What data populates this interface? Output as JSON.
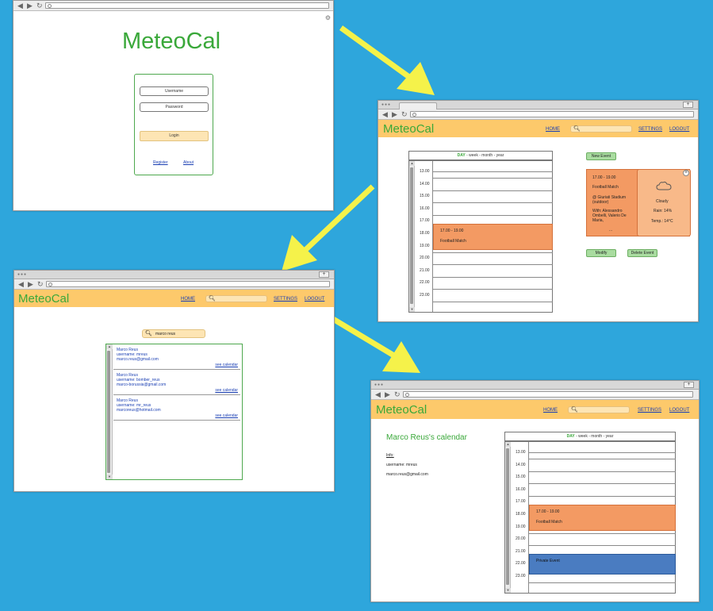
{
  "login": {
    "logo": "MeteoCal",
    "username_placeholder": "Username",
    "password_placeholder": "Password",
    "login_label": "Login",
    "register_link": "Register",
    "about_link": "About"
  },
  "event_screen": {
    "logo": "MeteoCal",
    "nav": {
      "home": "HOME",
      "settings": "SETTINGS",
      "logout": "LOGOUT"
    },
    "cal_tabs": {
      "day": "DAY",
      "sep1": " - ",
      "week": "week",
      "sep2": " - ",
      "month": "month",
      "sep3": " - ",
      "year": "year"
    },
    "hours": [
      "13.00",
      "14.00",
      "15.00",
      "16.00",
      "17.00",
      "18.00",
      "19.00",
      "20.00",
      "21.00",
      "22.00",
      "23.00"
    ],
    "event": {
      "time": "17.00  -  19.00",
      "title": "Football Match"
    },
    "new_event_label": "New Event",
    "detail": {
      "time": "17.00  -  19.00",
      "title": "Football Match",
      "location": "@ Giuriati Stadium (outdoor)",
      "with": "With: Alessandro Ombelli, Valerio De Maria,",
      "more": "..."
    },
    "weather": {
      "condition": "Cloudy",
      "rain": "Rain: 14%",
      "temp": "Temp.: 14°C"
    },
    "modify_label": "Modify",
    "delete_label": "Delete Event"
  },
  "search_screen": {
    "logo": "MeteoCal",
    "nav": {
      "home": "HOME",
      "settings": "SETTINGS",
      "logout": "LOGOUT"
    },
    "search_value": "marco reus",
    "results": [
      {
        "name": "Marco Reus",
        "username": "username: mreus",
        "email": "marco.reus@gmail.com",
        "link": "see calendar"
      },
      {
        "name": "Marco Reus",
        "username": "username: bomber_reus",
        "email": "marco-borussia@gmail.com",
        "link": "see calendar"
      },
      {
        "name": "Marco Reus",
        "username": "username: mr_reus",
        "email": "marcoreus@hotmail.com",
        "link": "see calendar"
      }
    ]
  },
  "profile_screen": {
    "logo": "MeteoCal",
    "nav": {
      "home": "HOME",
      "settings": "SETTINGS",
      "logout": "LOGOUT"
    },
    "heading": "Marco Reus's calendar",
    "info_label": "Info:",
    "username": "username: mreus",
    "email": "marco.reus@gmail.com",
    "cal_tabs": {
      "day": "DAY",
      "sep1": " - ",
      "week": "week",
      "sep2": " - ",
      "month": "month",
      "sep3": " - ",
      "year": "year"
    },
    "hours": [
      "13.00",
      "14.00",
      "15.00",
      "16.00",
      "17.00",
      "18.00",
      "19.00",
      "20.00",
      "21.00",
      "22.00",
      "23.00"
    ],
    "event": {
      "time": "17.00  -  19.00",
      "title": "Football Match"
    },
    "private_event": "Private Event"
  },
  "colors": {
    "background": "#2ea6dc",
    "header": "#fdc96b",
    "logo": "#3aa83a",
    "event": "#f39a63",
    "private": "#4a7cc1",
    "arrow": "#f5f24a"
  },
  "icons": [
    "back-icon",
    "forward-icon",
    "reload-icon",
    "search-icon",
    "cloud-icon",
    "close-icon",
    "gear-icon"
  ]
}
